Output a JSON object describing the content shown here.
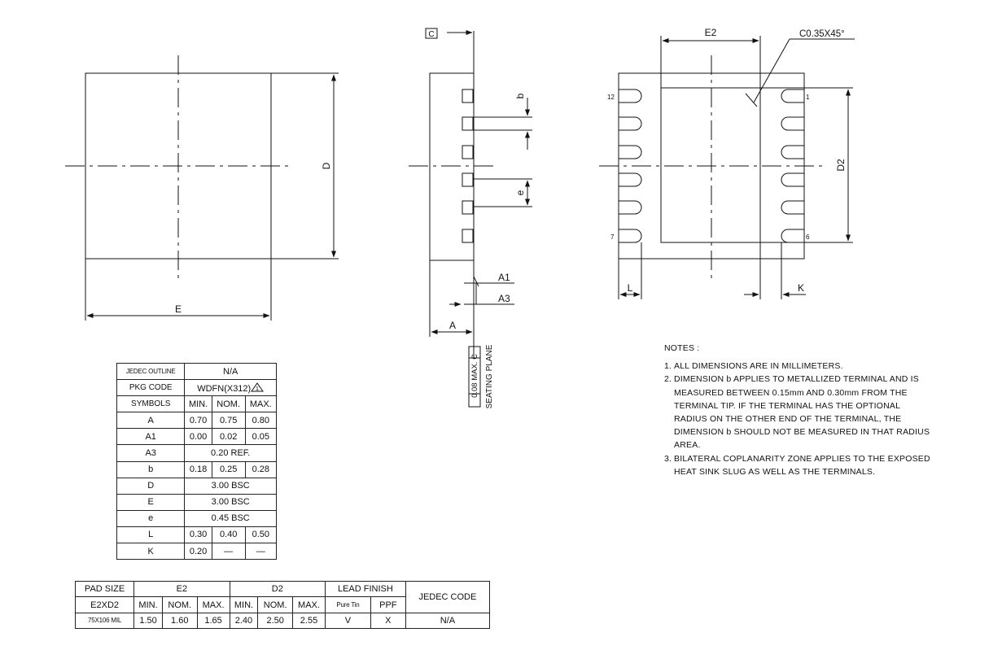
{
  "labels": {
    "top_e": "E",
    "top_d": "D",
    "side_b": "b",
    "side_e": "e",
    "side_a1": "A1",
    "side_a3": "A3",
    "side_a": "A",
    "seating_plane": "SEATING PLANE",
    "coplanarity": "0.08 MAX. C",
    "datum_c": "C",
    "bottom_e2": "E2",
    "bottom_d2": "D2",
    "chamfer": "C0.35X45°",
    "bottom_l": "L",
    "bottom_k": "K",
    "pin_1": "1",
    "pin_6": "6",
    "pin_7": "7",
    "pin_12": "12"
  },
  "notes": {
    "header": "NOTES :",
    "items": [
      {
        "num": "1.",
        "text": "ALL DIMENSIONS ARE IN MILLIMETERS."
      },
      {
        "num": "2.",
        "text": "DIMENSION b APPLIES TO METALLIZED TERMINAL AND IS MEASURED BETWEEN 0.15mm AND 0.30mm FROM THE TERMINAL TIP. IF THE TERMINAL HAS THE OPTIONAL RADIUS ON THE OTHER END OF THE TERMINAL, THE DIMENSION b SHOULD NOT BE MEASURED IN THAT RADIUS AREA."
      },
      {
        "num": "3.",
        "text": "BILATERAL COPLANARITY ZONE APPLIES TO THE EXPOSED HEAT SINK SLUG AS WELL AS THE TERMINALS."
      }
    ]
  },
  "dim_table": {
    "jedec_label": "JEDEC OUTLINE",
    "jedec_value": "N/A",
    "pkg_label": "PKG CODE",
    "pkg_value": "WDFN(X312)",
    "rev_mark": "1",
    "symbols_header": "SYMBOLS",
    "min_header": "MIN.",
    "nom_header": "NOM.",
    "max_header": "MAX.",
    "rows": [
      {
        "sym": "A",
        "min": "0.70",
        "nom": "0.75",
        "max": "0.80"
      },
      {
        "sym": "A1",
        "min": "0.00",
        "nom": "0.02",
        "max": "0.05"
      },
      {
        "sym": "A3",
        "span": "0.20 REF."
      },
      {
        "sym": "b",
        "min": "0.18",
        "nom": "0.25",
        "max": "0.28"
      },
      {
        "sym": "D",
        "span": "3.00 BSC"
      },
      {
        "sym": "E",
        "span": "3.00 BSC"
      },
      {
        "sym": "e",
        "span": "0.45 BSC"
      },
      {
        "sym": "L",
        "min": "0.30",
        "nom": "0.40",
        "max": "0.50"
      },
      {
        "sym": "K",
        "min": "0.20",
        "nom": "—",
        "max": "—"
      }
    ]
  },
  "pad_table": {
    "pad_size": "PAD SIZE",
    "e2": "E2",
    "d2": "D2",
    "lead_finish": "LEAD FINISH",
    "jedec_code": "JEDEC CODE",
    "e2xd2": "E2XD2",
    "min": "MIN.",
    "nom": "NOM.",
    "max": "MAX.",
    "pure_tin": "Pure Tin",
    "ppf": "PPF",
    "row": {
      "size": "75X106 MIL",
      "e2_min": "1.50",
      "e2_nom": "1.60",
      "e2_max": "1.65",
      "d2_min": "2.40",
      "d2_nom": "2.50",
      "d2_max": "2.55",
      "pure_tin": "V",
      "ppf": "X",
      "jedec": "N/A"
    }
  }
}
